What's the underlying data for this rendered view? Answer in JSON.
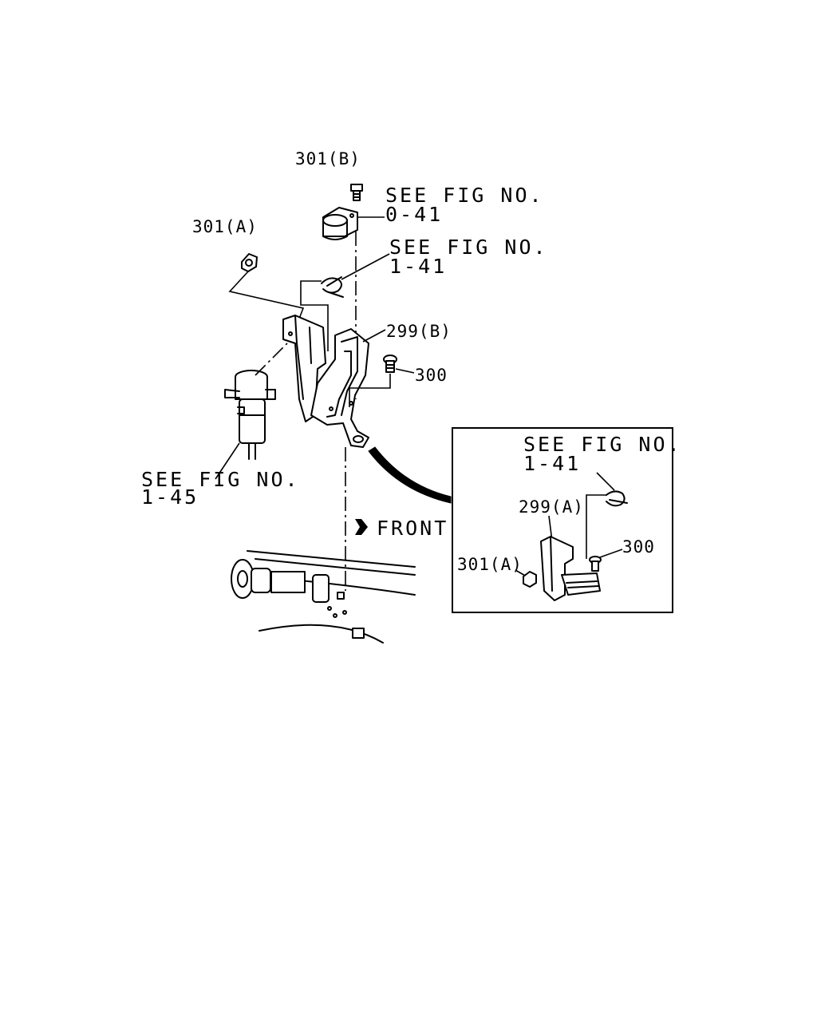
{
  "labels": {
    "p301b": "301(B)",
    "p301a": "301(A)",
    "p299b": "299(B)",
    "p300": "300",
    "ref_041_line1": "SEE FIG NO.",
    "ref_041_line2": "0-41",
    "ref_141_line1": "SEE FIG NO.",
    "ref_141_line2": "1-41",
    "ref_145_line1": "SEE FIG NO.",
    "ref_145_line2": "1-45",
    "front": "FRONT"
  },
  "inset": {
    "ref_141_line1": "SEE FIG NO.",
    "ref_141_line2": "1-41",
    "p299a": "299(A)",
    "p300": "300",
    "p301a": "301(A)"
  }
}
